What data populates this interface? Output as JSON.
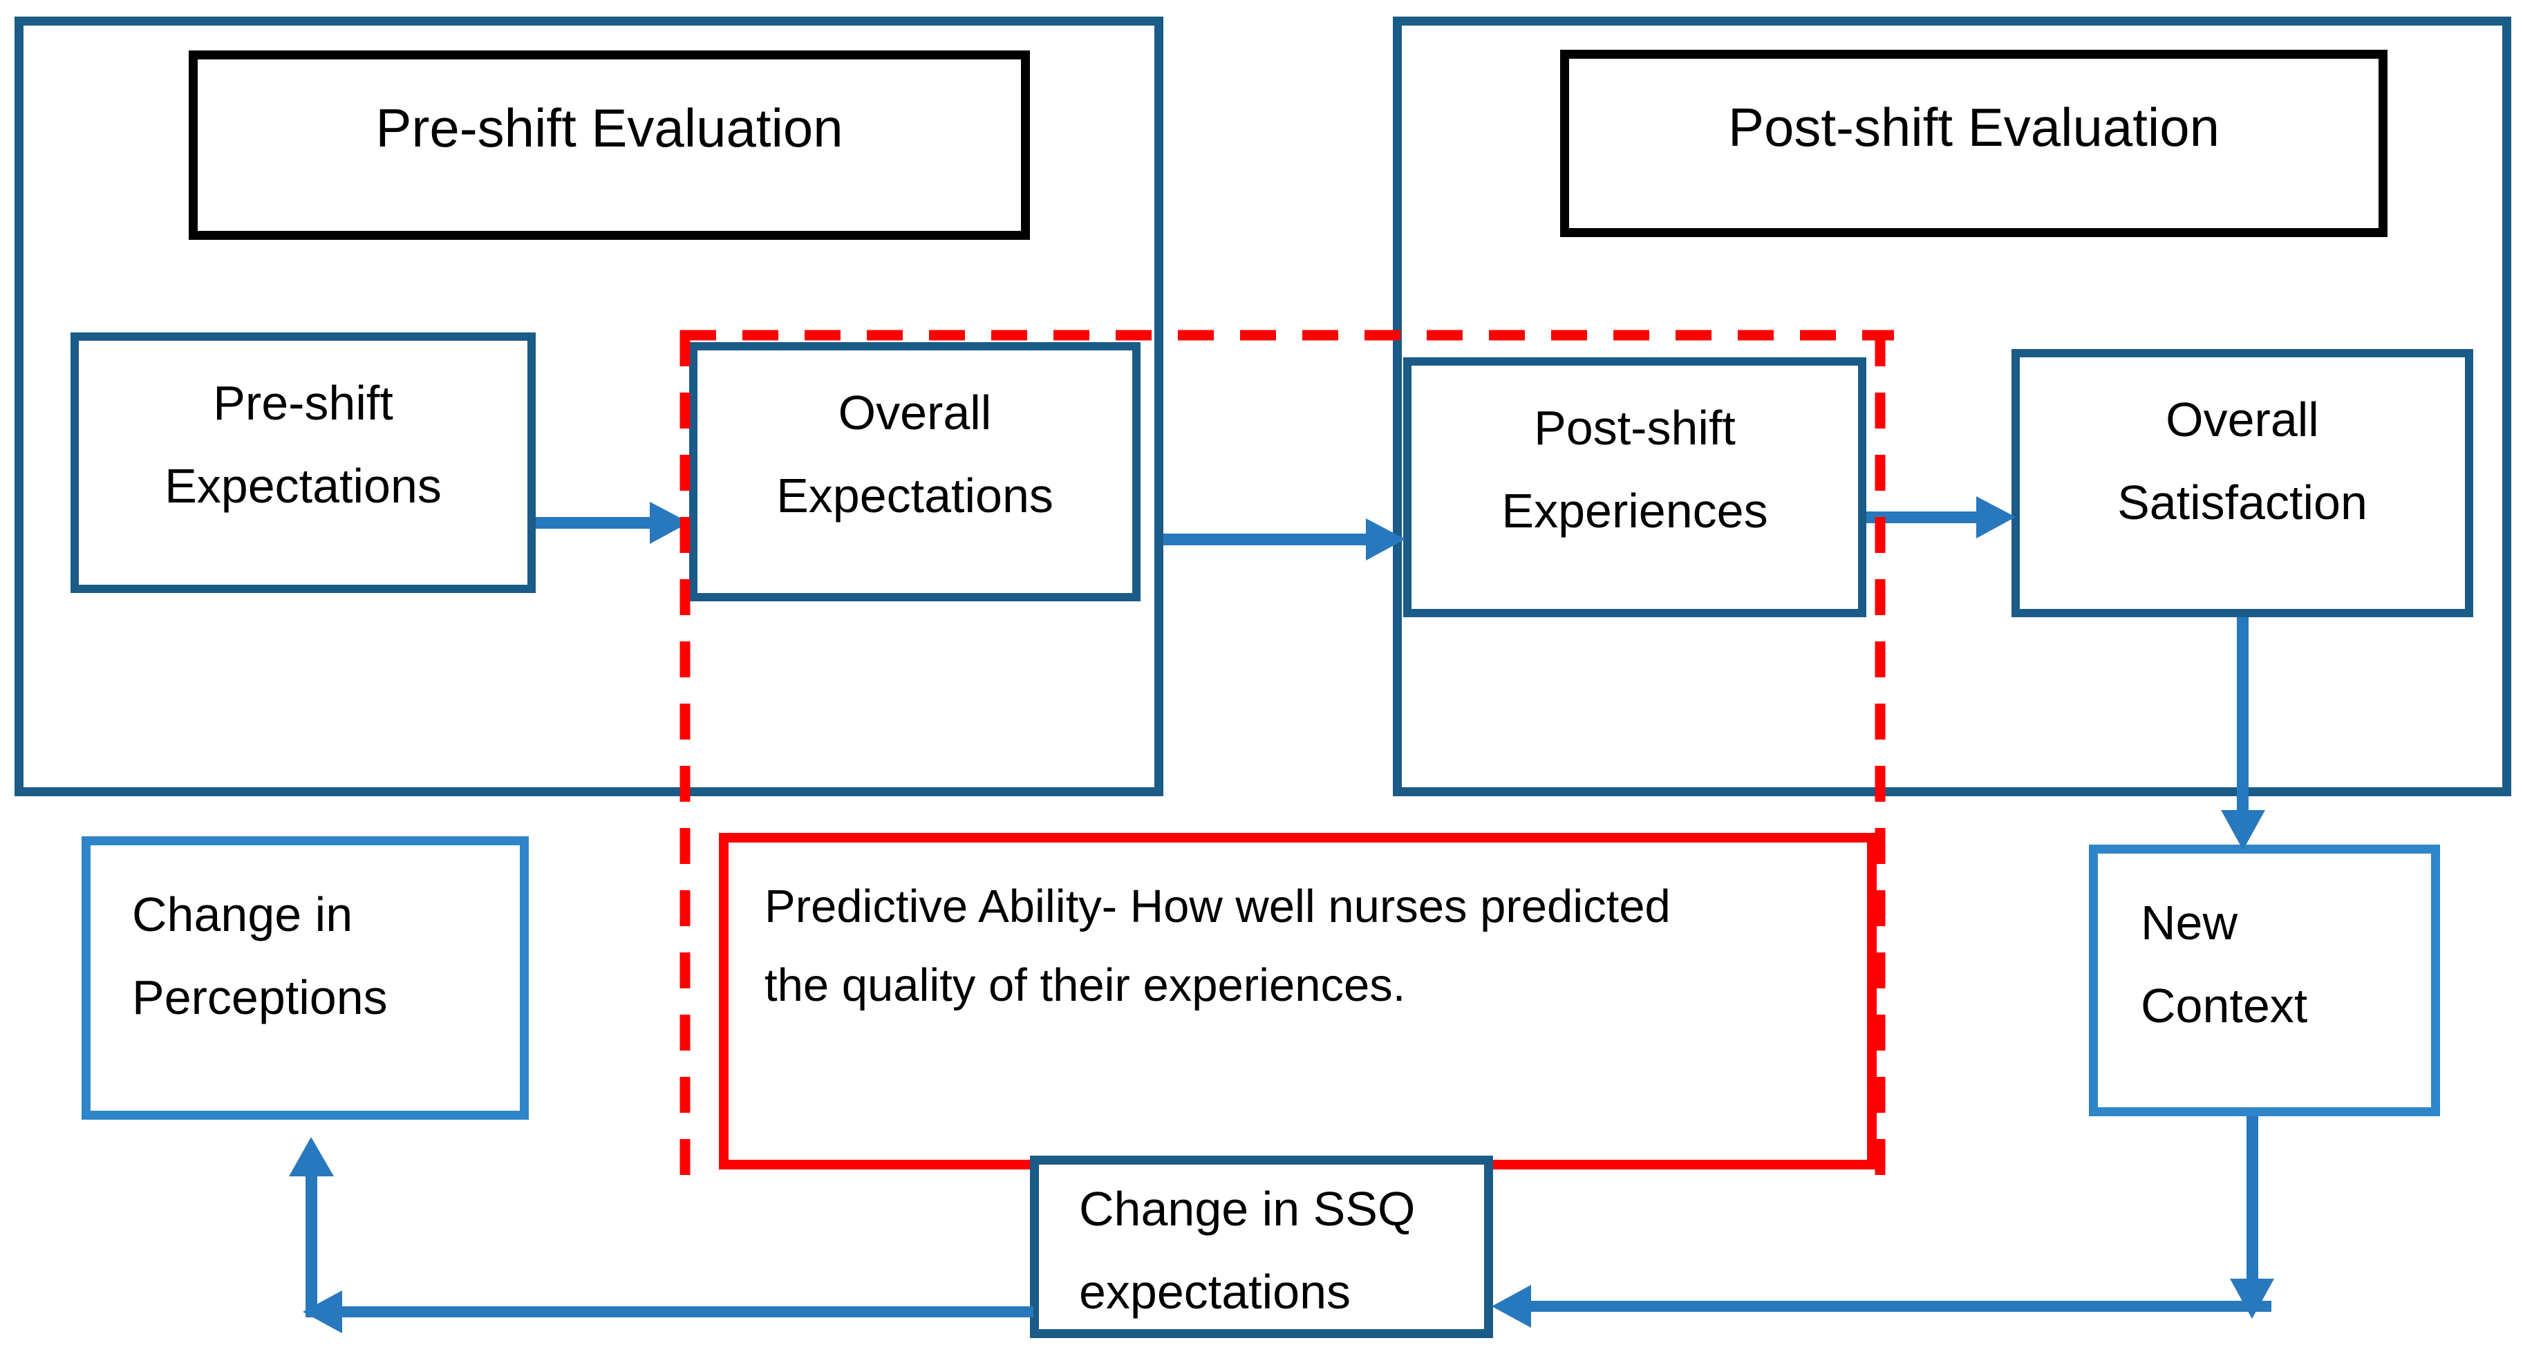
{
  "colors": {
    "dark_blue": "#1a5b88",
    "light_blue": "#2e86c8",
    "arrow_blue": "#2878be",
    "red": "#fe0000",
    "black": "#000000",
    "text": "#000000"
  },
  "sections": {
    "pre": {
      "title": "Pre-shift Evaluation"
    },
    "post": {
      "title": "Post-shift Evaluation"
    }
  },
  "nodes": {
    "pre_shift_expectations": {
      "line1": "Pre-shift",
      "line2": "Expectations"
    },
    "overall_expectations": {
      "line1": "Overall",
      "line2": "Expectations"
    },
    "post_shift_experiences": {
      "line1": "Post-shift",
      "line2": "Experiences"
    },
    "overall_satisfaction": {
      "line1": "Overall",
      "line2": "Satisfaction"
    },
    "change_in_perceptions": {
      "line1": "Change in",
      "line2": "Perceptions"
    },
    "new_context": {
      "line1": "New",
      "line2": "Context"
    },
    "change_in_ssq": {
      "line1": "Change in SSQ",
      "line2": "expectations"
    },
    "predictive_ability": {
      "line1": "Predictive Ability- How well nurses predicted",
      "line2": "the quality of their experiences."
    }
  },
  "flows": [
    {
      "from": "Pre-shift Expectations",
      "to": "Overall Expectations"
    },
    {
      "from": "Overall Expectations",
      "to": "Post-shift Experiences"
    },
    {
      "from": "Post-shift Experiences",
      "to": "Overall Satisfaction"
    },
    {
      "from": "Overall Satisfaction",
      "to": "New Context"
    },
    {
      "from": "New Context",
      "to": "Change in SSQ expectations"
    },
    {
      "from": "Change in SSQ expectations",
      "to": "Change in Perceptions"
    }
  ]
}
